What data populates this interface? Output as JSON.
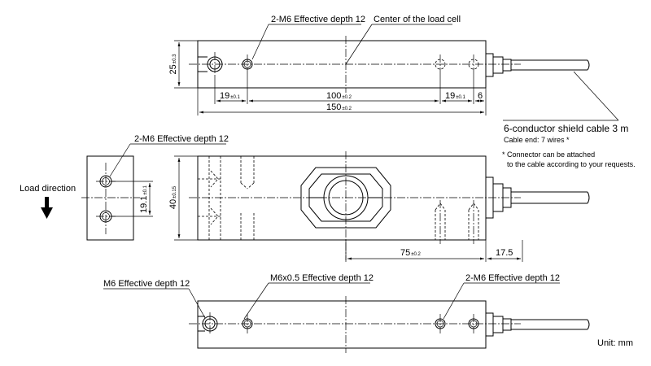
{
  "labels": {
    "top_tapped_holes": "2-M6 Effective depth 12",
    "center_load_cell": "Center of the load cell",
    "side_tapped_holes": "2-M6 Effective depth 12",
    "load_direction": "Load direction",
    "cable": "6-conductor shield cable 3 m",
    "cable_end": "Cable end: 7 wires *",
    "connector_note_1": "* Connector can be attached",
    "connector_note_2": "to the cable according to your requests.",
    "bottom_m6": "M6 Effective depth 12",
    "bottom_m6x05": "M6x0.5 Effective depth 12",
    "bottom_2m6": "2-M6 Effective depth 12",
    "unit": "Unit: mm"
  },
  "dimensions": {
    "height_25": "25",
    "height_25_tol": "±0.3",
    "d19_left": "19",
    "d19_left_tol": "±0.1",
    "d100": "100",
    "d100_tol": "±0.2",
    "d19_right": "19",
    "d19_right_tol": "±0.1",
    "d6": "6",
    "d150": "150",
    "d150_tol": "±0.2",
    "d19_1": "19.1",
    "d19_1_tol": "±0.1",
    "d40": "40",
    "d40_tol": "±0.15",
    "d75": "75",
    "d75_tol": "±0.2",
    "d17_5": "17.5"
  }
}
